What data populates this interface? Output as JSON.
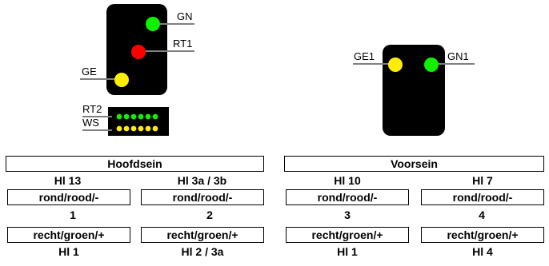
{
  "colors": {
    "green": "#11f000",
    "red": "#ff0000",
    "yellow": "#ffee00",
    "housing": "#000000",
    "line": "#808080"
  },
  "main_signal": {
    "label_gn": "GN",
    "label_rt1": "RT1",
    "label_ge": "GE",
    "label_rt2": "RT2",
    "label_ws": "WS"
  },
  "distant_signal": {
    "label_ge1": "GE1",
    "label_gn1": "GN1"
  },
  "table": {
    "hoofdsein": {
      "title": "Hoofdsein",
      "col1": {
        "aspect_top": "Hl 13",
        "state_top": "rond/rood/-",
        "number": "1",
        "state_bottom": "recht/groen/+",
        "aspect_bottom": "Hl 1"
      },
      "col2": {
        "aspect_top": "Hl 3a / 3b",
        "state_top": "rond/rood/-",
        "number": "2",
        "state_bottom": "recht/groen/+",
        "aspect_bottom": "Hl 2 / 3a"
      }
    },
    "voorsein": {
      "title": "Voorsein",
      "col1": {
        "aspect_top": "Hl 10",
        "state_top": "rond/rood/-",
        "number": "3",
        "state_bottom": "recht/groen/+",
        "aspect_bottom": "Hl 1"
      },
      "col2": {
        "aspect_top": "Hl 7",
        "state_top": "rond/rood/-",
        "number": "4",
        "state_bottom": "recht/groen/+",
        "aspect_bottom": "Hl 4"
      }
    }
  }
}
